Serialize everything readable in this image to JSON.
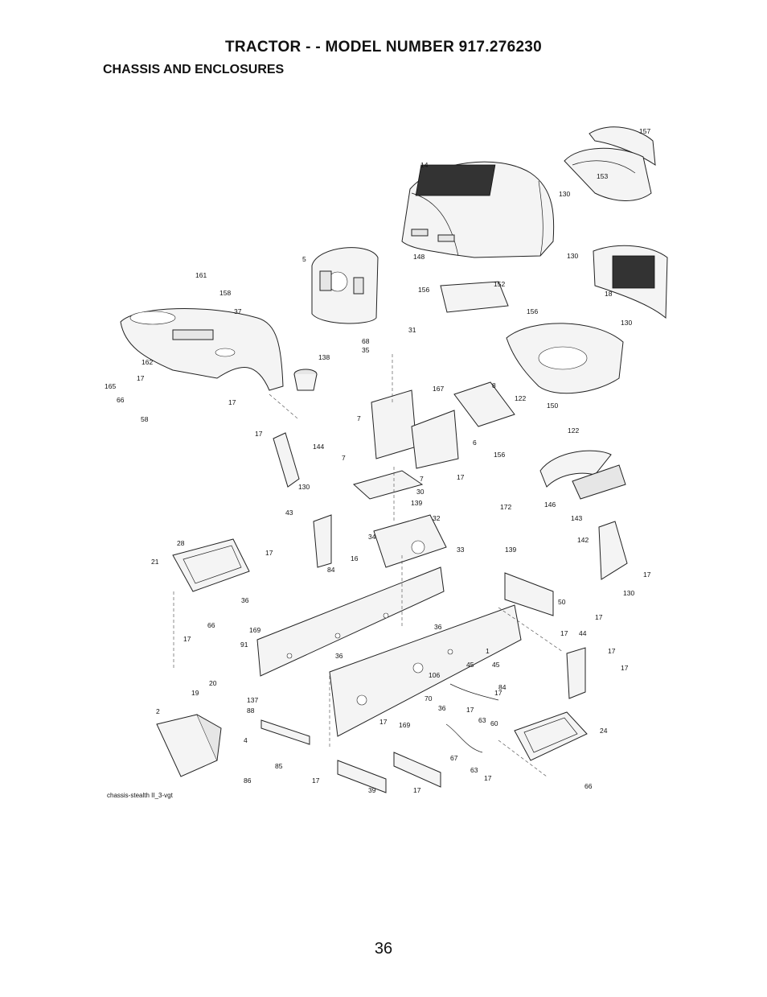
{
  "header": {
    "title": "TRACTOR - - MODEL NUMBER 917.276230",
    "subtitle": "CHASSIS AND ENCLOSURES"
  },
  "diagram": {
    "caption": "chassis-stealth II_3-vgt",
    "labels": [
      "157",
      "153",
      "130",
      "14",
      "148",
      "5",
      "130",
      "18",
      "130",
      "152",
      "156",
      "156",
      "161",
      "158",
      "37",
      "162",
      "165",
      "17",
      "66",
      "17",
      "58",
      "138",
      "68",
      "35",
      "31",
      "167",
      "8",
      "7",
      "6",
      "156",
      "122",
      "150",
      "122",
      "7",
      "7",
      "17",
      "30",
      "17",
      "144",
      "130",
      "146",
      "143",
      "43",
      "139",
      "32",
      "172",
      "34",
      "33",
      "139",
      "142",
      "17",
      "28",
      "21",
      "17",
      "84",
      "16",
      "45",
      "36",
      "66",
      "17",
      "169",
      "130",
      "50",
      "91",
      "36",
      "36",
      "1",
      "17",
      "44",
      "17",
      "17",
      "45",
      "106",
      "17",
      "17",
      "20",
      "19",
      "137",
      "88",
      "70",
      "17",
      "63",
      "60",
      "84",
      "2",
      "4",
      "85",
      "36",
      "17",
      "169",
      "67",
      "63",
      "17",
      "24",
      "86",
      "17",
      "39",
      "17",
      "66"
    ]
  },
  "page": {
    "number": "36"
  }
}
